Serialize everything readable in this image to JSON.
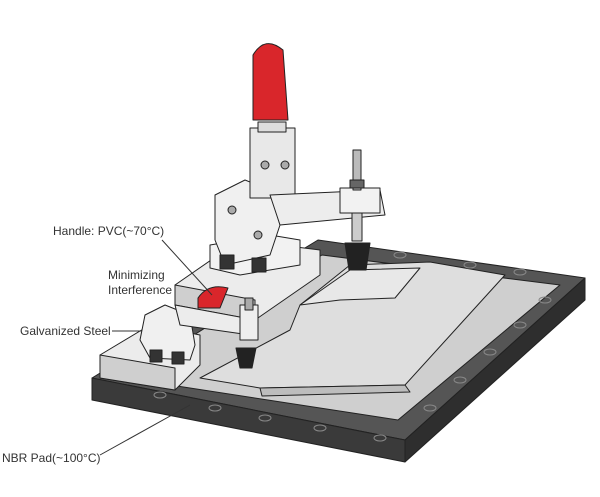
{
  "labels": {
    "handle": "Handle: PVC(~70°C)",
    "interference_line1": "Minimizing",
    "interference_line2": "Interference",
    "steel": "Galvanized Steel",
    "pad": "NBR Pad(~100°C)"
  },
  "colors": {
    "handle_red": "#d9262b",
    "base_dark": "#4a4a4a",
    "plate_light": "#d8d8d8",
    "steel": "#e6e6e6"
  }
}
